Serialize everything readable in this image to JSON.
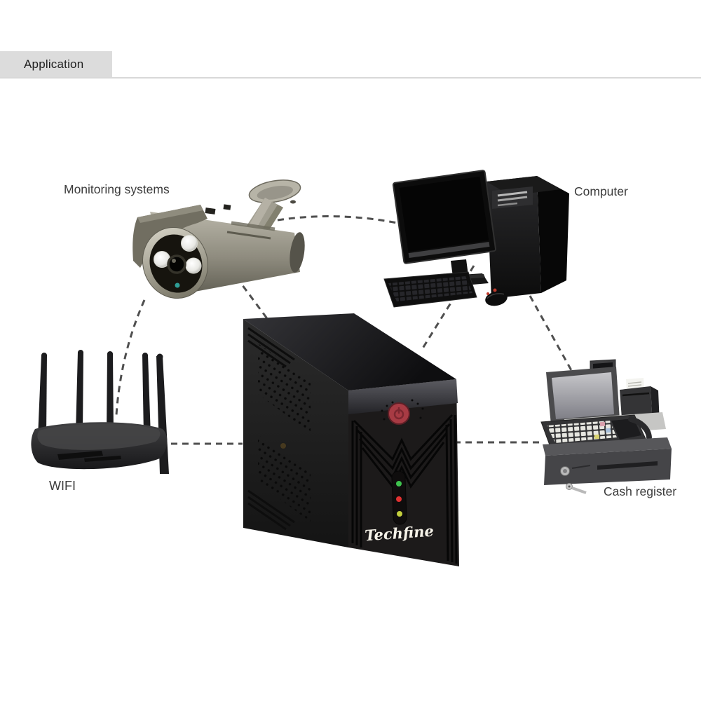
{
  "header": {
    "tab_label": "Application"
  },
  "labels": {
    "monitoring": "Monitoring systems",
    "computer": "Computer",
    "wifi": "WIFI",
    "cash_register": "Cash register"
  },
  "ups": {
    "brand": "Techfine",
    "button_color": "#a83b44",
    "led_colors": [
      "#3ec24e",
      "#e03131",
      "#c3cf3d"
    ]
  },
  "connectors": {
    "color": "#4f4f4f",
    "style": "dashed"
  }
}
